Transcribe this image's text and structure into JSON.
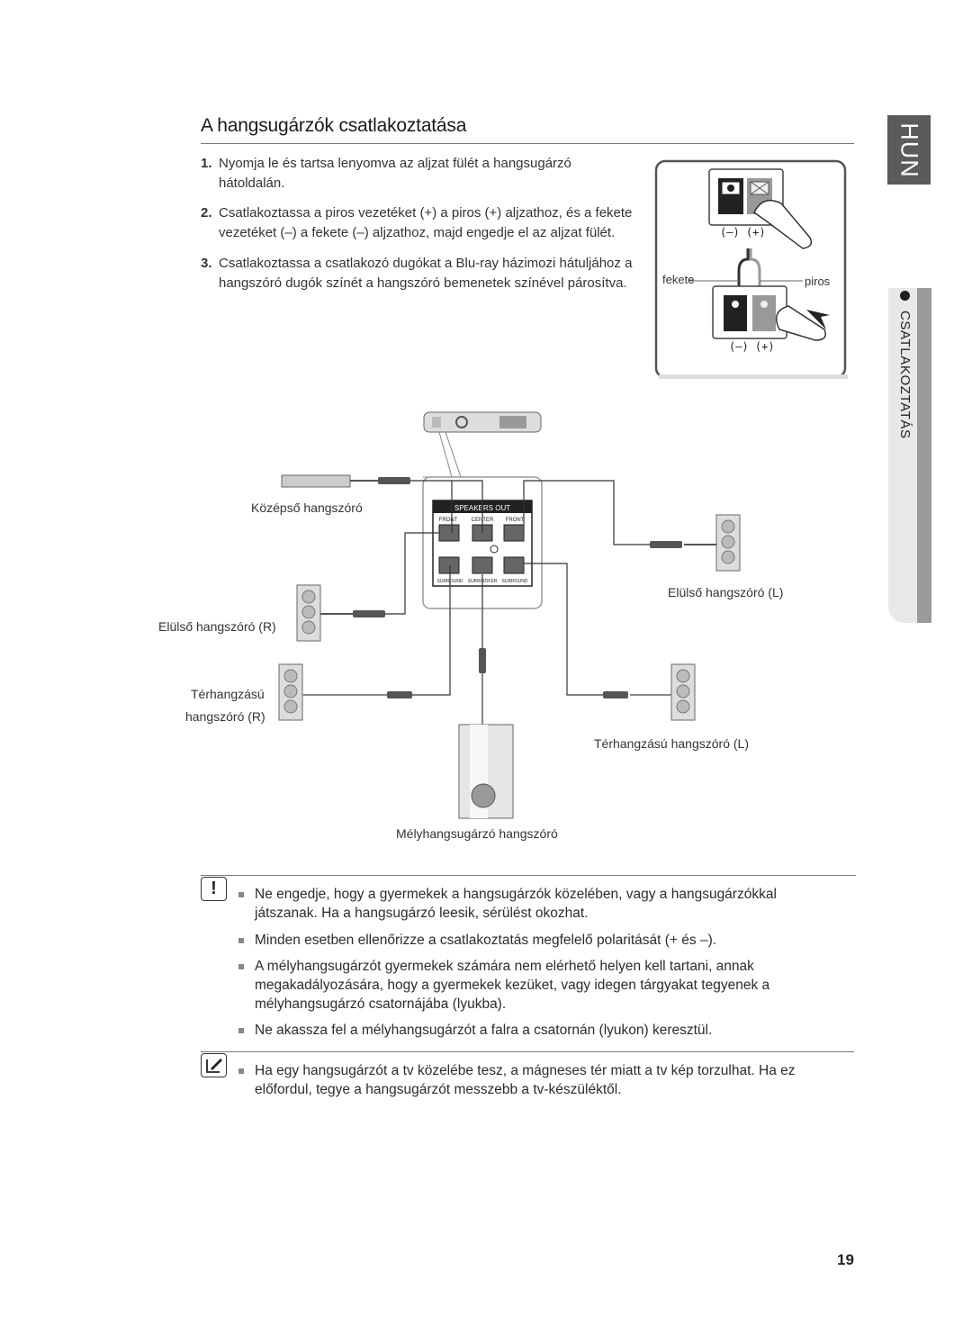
{
  "header": {
    "title": "A hangsugárzók csatlakoztatása",
    "lang_tab": "HUN",
    "section_label": "CSATLAKOZTATÁS"
  },
  "steps": [
    {
      "num": "1.",
      "text": "Nyomja le és tartsa lenyomva az aljzat fülét a hangsugárzó hátoldalán."
    },
    {
      "num": "2.",
      "text": "Csatlakoztassa a piros vezetéket (+) a piros (+) aljzathoz, és a fekete vezetéket (–) a fekete (–) aljzathoz, majd engedje el az aljzat fülét."
    },
    {
      "num": "3.",
      "text": "Csatlakoztassa a csatlakozó dugókat a Blu-ray házimozi hátuljához a hangszóró dugók színét a hangszóró bemenetek színével párosítva."
    }
  ],
  "terminal_diagram": {
    "polarity_top": "(–) (+)",
    "polarity_bottom": "(–) (+)",
    "black_label": "fekete",
    "red_label": "piros"
  },
  "wiring_diagram": {
    "panel_title": "SPEAKERS OUT",
    "port_front_r": "FRONT",
    "port_center": "CENTER",
    "port_front_l": "FRONT",
    "port_surround_r": "SURROUND",
    "port_subwoofer": "SUBWOOFER",
    "port_surround_l": "SURROUND",
    "center_speaker": "Középső hangszóró",
    "front_l": "Elülső hangszóró (L)",
    "front_r": "Elülső hangszóró (R)",
    "surround_r_line1": "Térhangzású",
    "surround_r_line2": "hangszóró (R)",
    "surround_l": "Térhangzású hangszóró (L)",
    "subwoofer": "Mélyhangsugárzó hangszóró"
  },
  "caution_notes": [
    "Ne engedje, hogy a gyermekek a hangsugárzók közelében, vagy a hangsugárzókkal játszanak. Ha a hangsugárzó leesik, sérülést okozhat.",
    "Minden esetben ellenőrizze a csatlakoztatás megfelelő polaritását (+ és –).",
    "A mélyhangsugárzót gyermekek számára nem elérhető helyen kell tartani, annak megakadályozására, hogy a gyermekek kezüket, vagy idegen tárgyakat tegyenek a mélyhangsugárzó csatornájába (lyukba).",
    "Ne akassza fel a mélyhangsugárzót a falra a csatornán (lyukon) keresztül."
  ],
  "info_notes": [
    "Ha egy hangsugárzót a tv közelébe tesz, a mágneses tér miatt a tv kép torzulhat. Ha ez előfordul, tegye a hangsugárzót messzebb a tv-készüléktől."
  ],
  "caution_icon": "caution-exclamation-icon",
  "info_icon": "note-pencil-icon",
  "page_number": "19"
}
